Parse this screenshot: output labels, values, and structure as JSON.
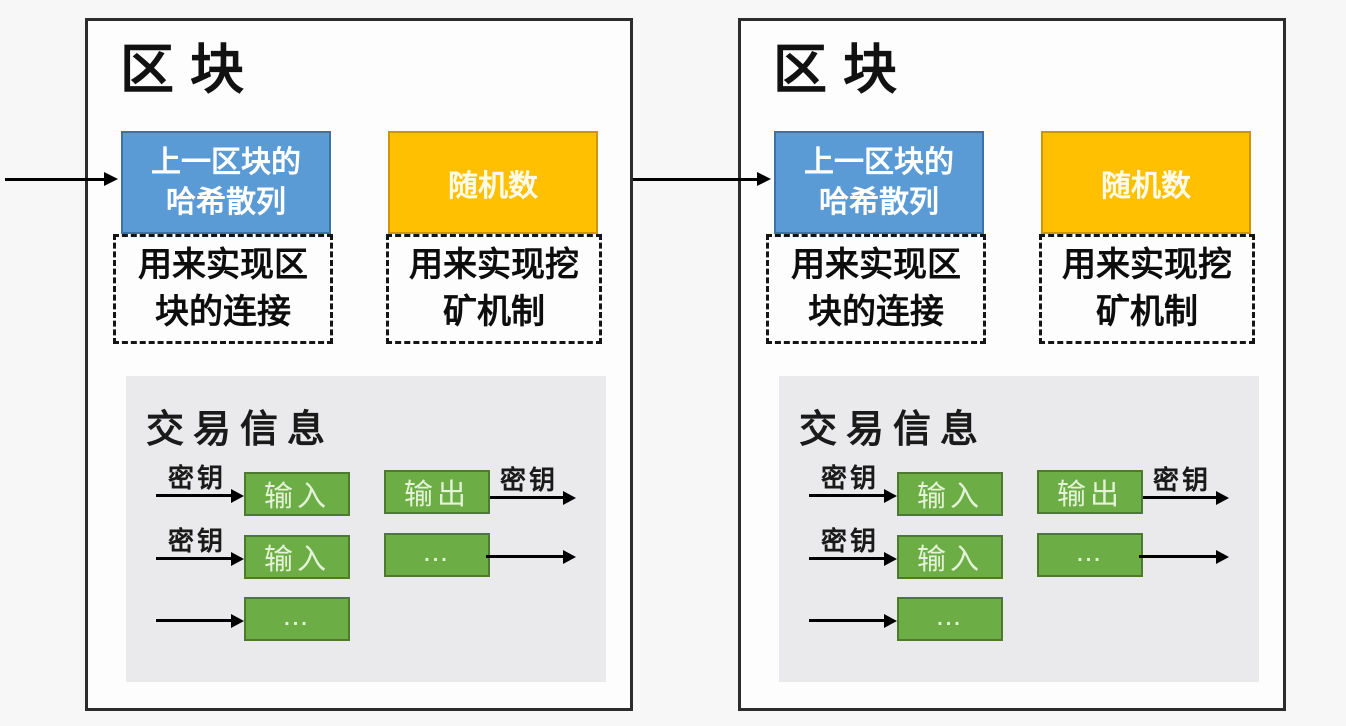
{
  "colors": {
    "hash_fill": "#5b9bd5",
    "hash_border": "#3d72a8",
    "nonce_fill": "#ffc001",
    "nonce_border": "#d09500",
    "tx_fill": "#6cad46",
    "tx_border": "#4e7a2f",
    "tx_text": "#e4f3d8",
    "panel_bg": "#eaeaec",
    "block_bg": "#fdfdfd",
    "block_border": "#2c2c2c",
    "page_bg": "#f7f7f8"
  },
  "blocks": [
    {
      "title": "区块",
      "hash_lines": [
        "上一区块的",
        "哈希散列"
      ],
      "nonce_label": "随机数",
      "hash_note_lines": [
        "用来实现区",
        "块的连接"
      ],
      "nonce_note_lines": [
        "用来实现挖",
        "矿机制"
      ],
      "tx": {
        "title": "交易信息",
        "rows": [
          {
            "left_label": "密钥",
            "left_box": "输入",
            "right_box": "输出",
            "right_label": "密钥"
          },
          {
            "left_label": "密钥",
            "left_box": "输入",
            "right_box": "...",
            "right_label": ""
          },
          {
            "left_label": "",
            "left_box": "...",
            "right_box": "",
            "right_label": ""
          }
        ]
      }
    },
    {
      "title": "区块",
      "hash_lines": [
        "上一区块的",
        "哈希散列"
      ],
      "nonce_label": "随机数",
      "hash_note_lines": [
        "用来实现区",
        "块的连接"
      ],
      "nonce_note_lines": [
        "用来实现挖",
        "矿机制"
      ],
      "tx": {
        "title": "交易信息",
        "rows": [
          {
            "left_label": "密钥",
            "left_box": "输入",
            "right_box": "输出",
            "right_label": "密钥"
          },
          {
            "left_label": "密钥",
            "left_box": "输入",
            "right_box": "...",
            "right_label": ""
          },
          {
            "left_label": "",
            "left_box": "...",
            "right_box": "",
            "right_label": ""
          }
        ]
      }
    }
  ]
}
